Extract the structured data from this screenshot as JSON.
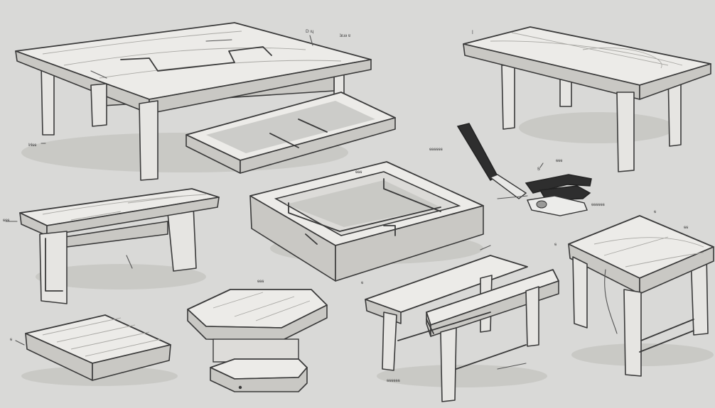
{
  "scene": {
    "background_color": "#d9d9d7",
    "ink_color": "#3a3a3a",
    "wood_light_color": "#ecebe8",
    "wood_shade_color": "#c9c8c4",
    "objects": [
      {
        "name": "large-workbench-with-drawer"
      },
      {
        "name": "small-table"
      },
      {
        "name": "long-bench"
      },
      {
        "name": "open-frame-box"
      },
      {
        "name": "clamp-tool"
      },
      {
        "name": "square-stool"
      },
      {
        "name": "flat-board-slab"
      },
      {
        "name": "hexagonal-side-table"
      },
      {
        "name": "sawhorse-workbench"
      }
    ]
  }
}
